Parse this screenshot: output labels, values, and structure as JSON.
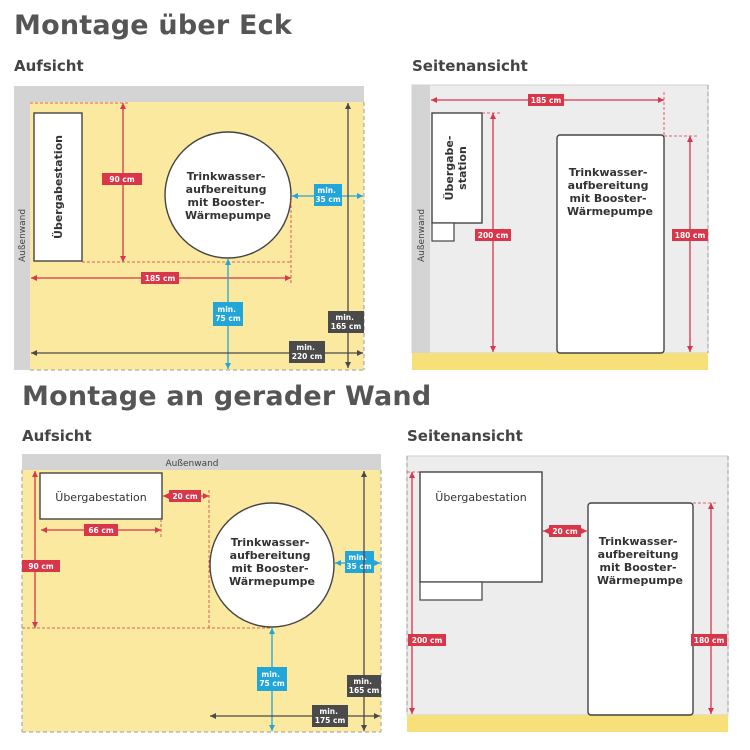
{
  "sections": {
    "corner": {
      "title": "Montage über Eck",
      "plan": {
        "heading": "Aufsicht",
        "wall_label": "Außenwand",
        "station_label": "Übergabestation",
        "unit_label": [
          "Trinkwasser-",
          "aufbereitung",
          "mit Booster-",
          "Wärmepumpe"
        ],
        "dims": {
          "d90": "90 cm",
          "d185": "185 cm",
          "min35": [
            "min.",
            "35 cm"
          ],
          "min75": [
            "min.",
            "75 cm"
          ],
          "min165": [
            "min.",
            "165 cm"
          ],
          "min220": [
            "min.",
            "220 cm"
          ]
        }
      },
      "side": {
        "heading": "Seitenansicht",
        "wall_label": "Außenwand",
        "station_label": [
          "Übergabe-",
          "station"
        ],
        "unit_label": [
          "Trinkwasser-",
          "aufbereitung",
          "mit Booster-",
          "Wärmepumpe"
        ],
        "dims": {
          "d185": "185 cm",
          "d200": "200 cm",
          "d180": "180 cm"
        }
      }
    },
    "straight": {
      "title": "Montage an gerader Wand",
      "plan": {
        "heading": "Aufsicht",
        "wall_label": "Außenwand",
        "station_label": "Übergabestation",
        "unit_label": [
          "Trinkwasser-",
          "aufbereitung",
          "mit Booster-",
          "Wärmepumpe"
        ],
        "dims": {
          "d20": "20 cm",
          "d66": "66 cm",
          "d90": "90 cm",
          "min35": [
            "min.",
            "35 cm"
          ],
          "min75": [
            "min.",
            "75 cm"
          ],
          "min165": [
            "min.",
            "165 cm"
          ],
          "min175": [
            "min.",
            "175 cm"
          ]
        }
      },
      "side": {
        "heading": "Seitenansicht",
        "station_label": "Übergabestation",
        "unit_label": [
          "Trinkwasser-",
          "aufbereitung",
          "mit Booster-",
          "Wärmepumpe"
        ],
        "dims": {
          "d20": "20 cm",
          "d200": "200 cm",
          "d180": "180 cm"
        }
      }
    }
  },
  "colors": {
    "area": "#fbe9a0",
    "wall": "#d4d4d4",
    "room": "#ededed",
    "floor": "#f7e07a",
    "red": "#d9364a",
    "blue": "#22a6d9",
    "dark": "#4a4a4a"
  }
}
